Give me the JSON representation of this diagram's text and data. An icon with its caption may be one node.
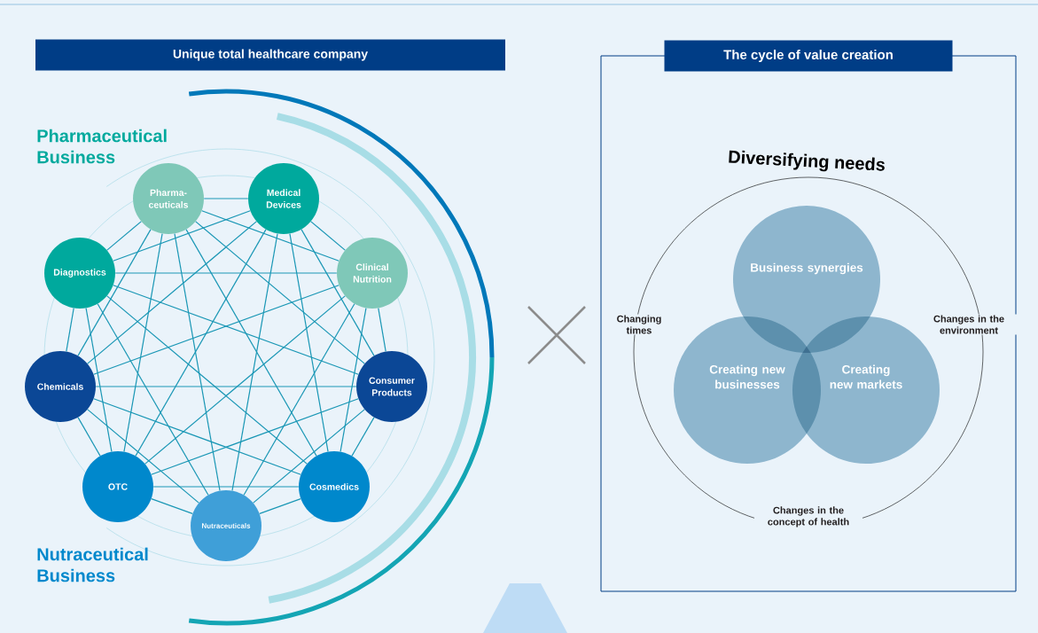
{
  "diagram": {
    "nodes": [
      {
        "text": [
          "Unique total healthcare company"
        ]
      },
      {
        "text": [
          "Pharma-ceuticals"
        ]
      },
      {
        "text": [
          "Medical Devices"
        ]
      },
      {
        "text": [
          "Clinical Nutrition"
        ]
      },
      {
        "text": [
          "Consumer Products"
        ]
      },
      {
        "text": [
          "Cosmedics"
        ]
      },
      {
        "text": [
          "Nutraceuticals"
        ]
      },
      {
        "text": [
          "OTC"
        ]
      },
      {
        "text": [
          "Chemicals"
        ]
      },
      {
        "text": [
          "Diagnostics"
        ]
      },
      {
        "text": [
          "The cycle of value creation"
        ]
      },
      {
        "text": [
          "Diversifying needs"
        ],
        "in": 10
      },
      {
        "text": [
          "Business synergies"
        ],
        "in": 11
      },
      {
        "text": [
          "Creating new businesses"
        ],
        "in": 11
      },
      {
        "text": [
          "Creating new markets"
        ],
        "in": 11
      }
    ],
    "edges": [
      {
        "from": 1,
        "to": 2,
        "arrow": "none"
      },
      {
        "from": 1,
        "to": 3,
        "arrow": "none"
      },
      {
        "from": 1,
        "to": 4,
        "arrow": "none"
      },
      {
        "from": 1,
        "to": 5,
        "arrow": "none"
      },
      {
        "from": 1,
        "to": 6,
        "arrow": "none"
      },
      {
        "from": 1,
        "to": 7,
        "arrow": "none"
      },
      {
        "from": 1,
        "to": 8,
        "arrow": "none"
      },
      {
        "from": 1,
        "to": 9,
        "arrow": "none"
      },
      {
        "from": 2,
        "to": 3,
        "arrow": "none"
      },
      {
        "from": 2,
        "to": 4,
        "arrow": "none"
      },
      {
        "from": 2,
        "to": 5,
        "arrow": "none"
      },
      {
        "from": 2,
        "to": 6,
        "arrow": "none"
      },
      {
        "from": 2,
        "to": 7,
        "arrow": "none"
      },
      {
        "from": 2,
        "to": 8,
        "arrow": "none"
      },
      {
        "from": 2,
        "to": 9,
        "arrow": "none"
      },
      {
        "from": 3,
        "to": 4,
        "arrow": "none"
      },
      {
        "from": 3,
        "to": 5,
        "arrow": "none"
      },
      {
        "from": 3,
        "to": 6,
        "arrow": "none"
      },
      {
        "from": 3,
        "to": 7,
        "arrow": "none"
      },
      {
        "from": 3,
        "to": 8,
        "arrow": "none"
      },
      {
        "from": 3,
        "to": 9,
        "arrow": "none"
      },
      {
        "from": 4,
        "to": 5,
        "arrow": "none"
      },
      {
        "from": 4,
        "to": 6,
        "arrow": "none"
      },
      {
        "from": 4,
        "to": 7,
        "arrow": "none"
      },
      {
        "from": 4,
        "to": 8,
        "arrow": "none"
      },
      {
        "from": 4,
        "to": 9,
        "arrow": "none"
      },
      {
        "from": 5,
        "to": 6,
        "arrow": "none"
      },
      {
        "from": 5,
        "to": 7,
        "arrow": "none"
      },
      {
        "from": 5,
        "to": 8,
        "arrow": "none"
      },
      {
        "from": 5,
        "to": 9,
        "arrow": "none"
      },
      {
        "from": 6,
        "to": 7,
        "arrow": "none"
      },
      {
        "from": 6,
        "to": 8,
        "arrow": "none"
      },
      {
        "from": 6,
        "to": 9,
        "arrow": "none"
      },
      {
        "from": 7,
        "to": 8,
        "arrow": "none"
      },
      {
        "from": 7,
        "to": 9,
        "arrow": "none"
      },
      {
        "from": 8,
        "to": 9,
        "arrow": "none"
      }
    ],
    "labels": [
      "Pharmaceutical Business",
      "Nutraceutical Business",
      "Changing times",
      "Changes in the environment",
      "Changes in the concept of health"
    ]
  }
}
